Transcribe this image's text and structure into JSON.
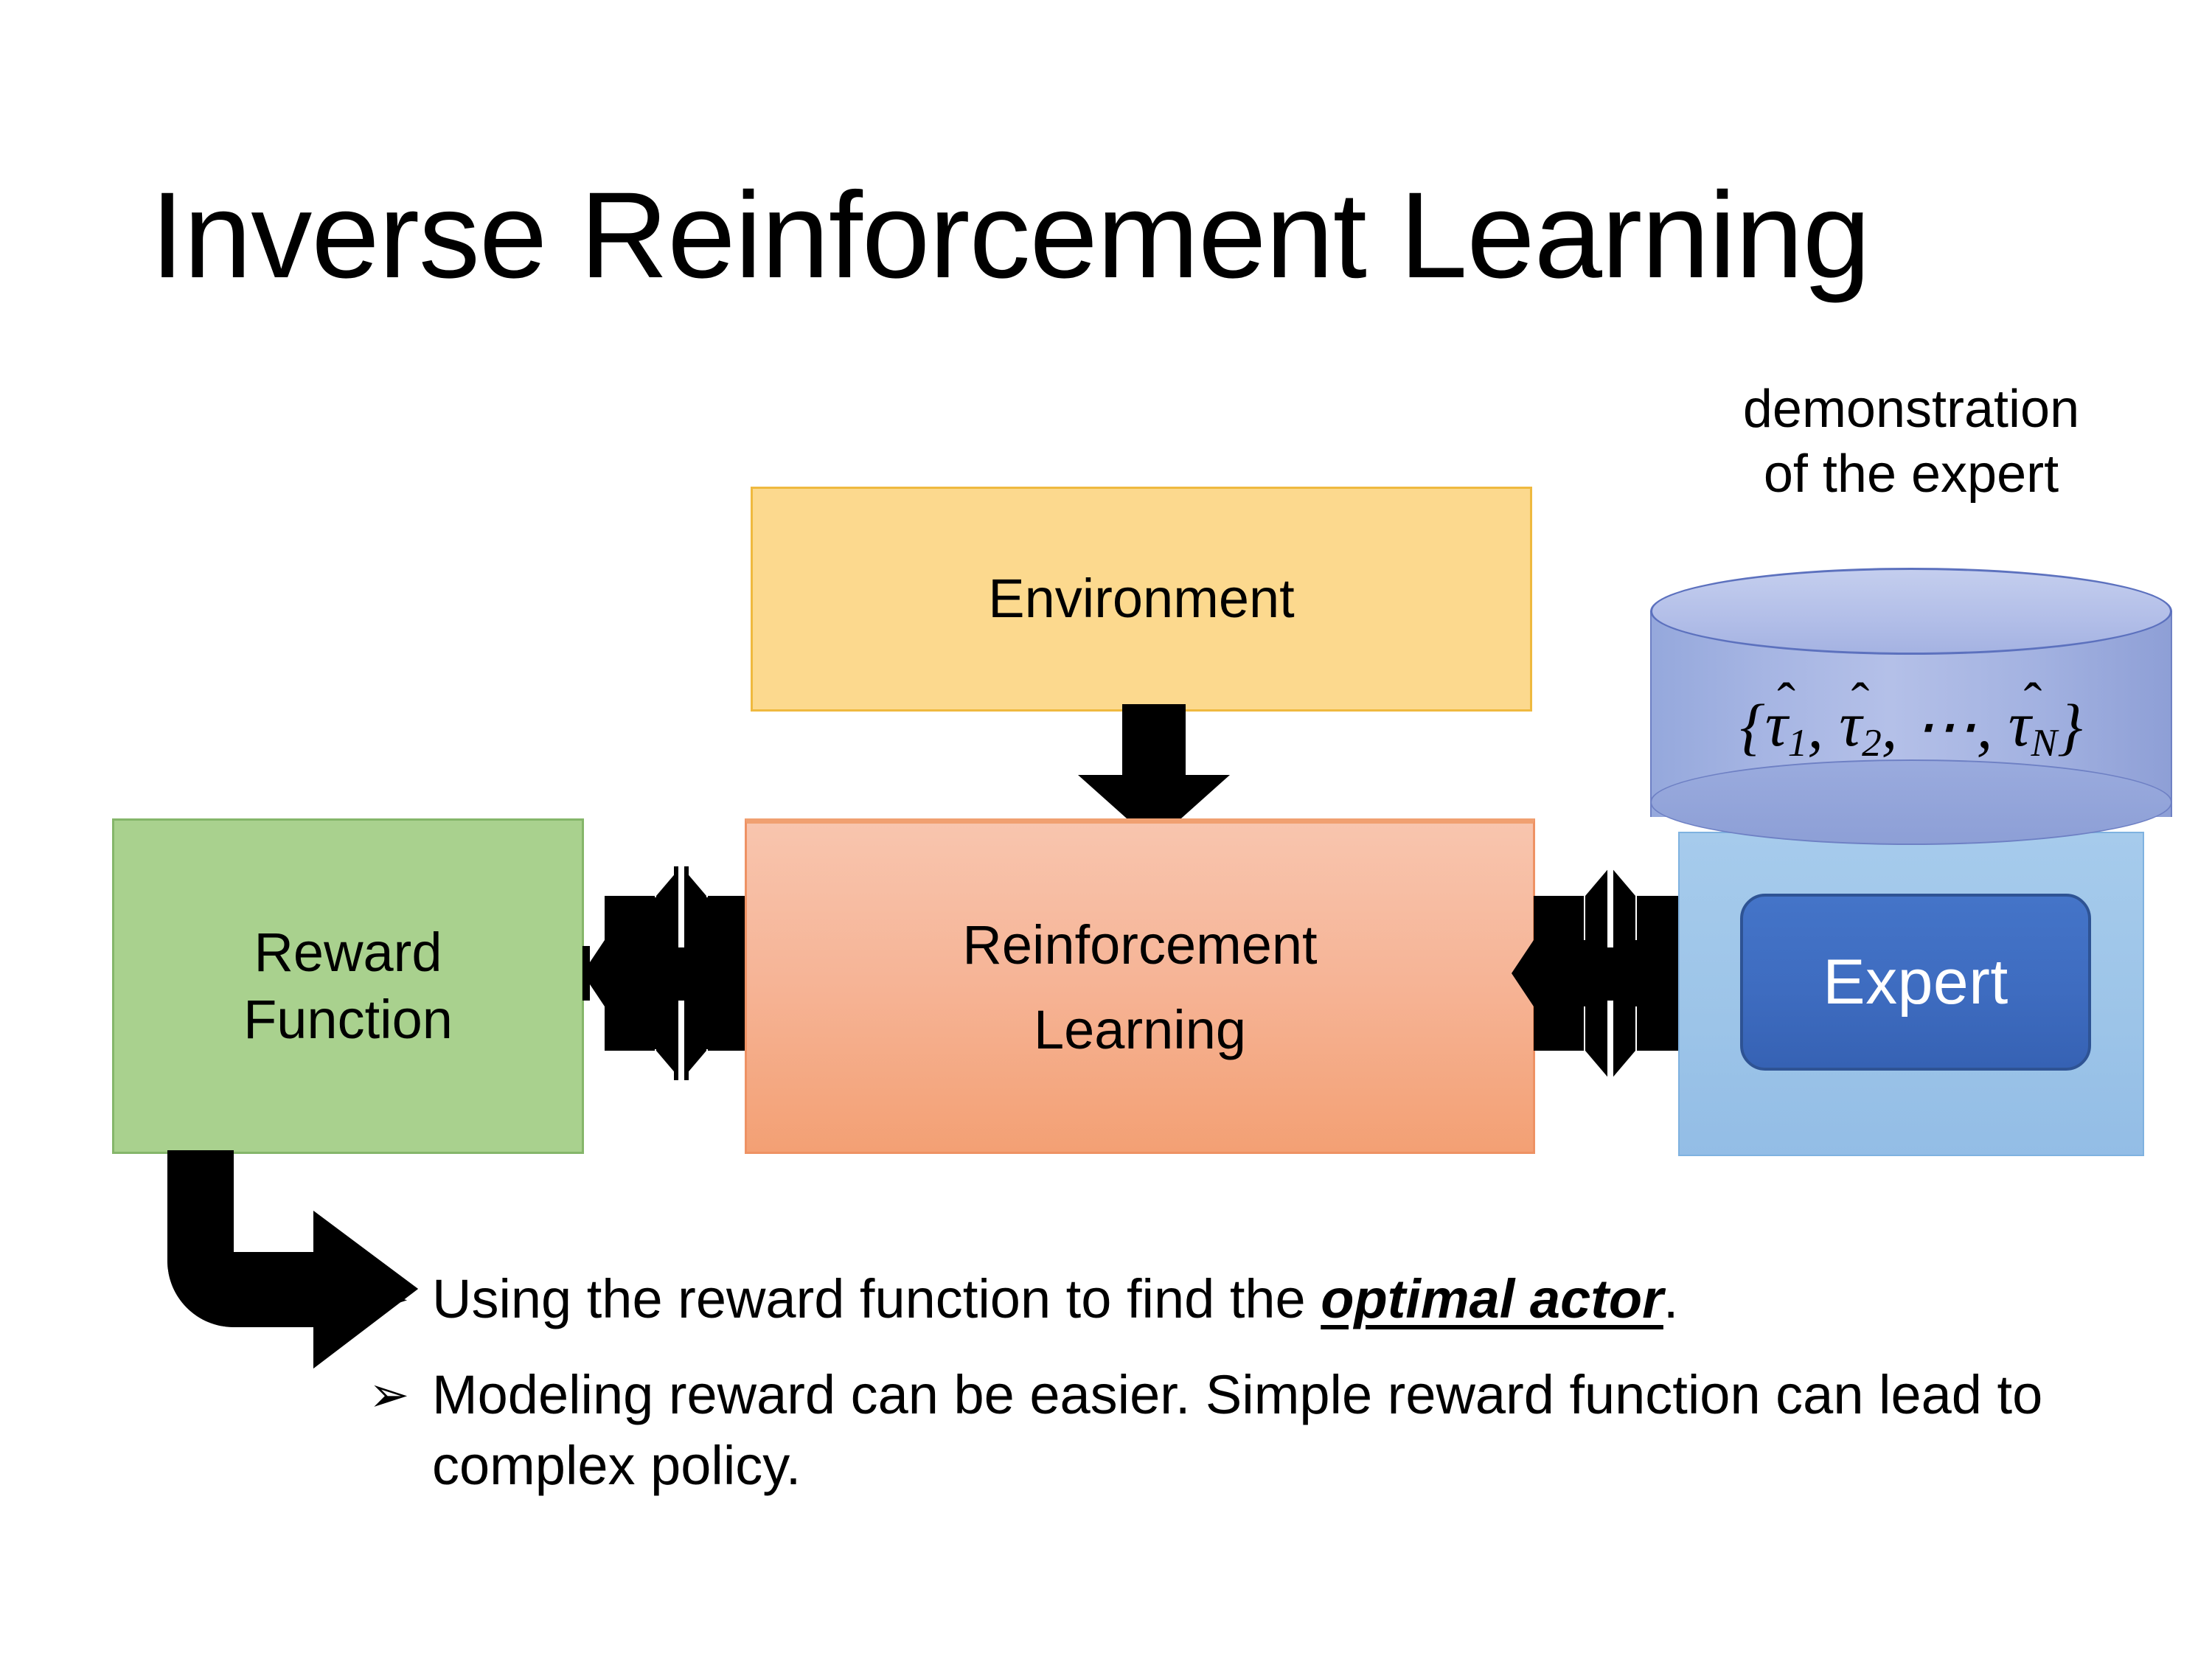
{
  "slide": {
    "title": "Inverse Reinforcement Learning"
  },
  "diagram": {
    "environment": {
      "label": "Environment",
      "fill": "#FCD98E",
      "border": "#EFB93F"
    },
    "reinforcement_learning": {
      "label_line1": "Reinforcement",
      "label_line2": "Learning",
      "fill_top": "#F8C5AE",
      "fill_bottom": "#F3A074",
      "border": "#EE9264"
    },
    "reward_function": {
      "label_line1": "Reward",
      "label_line2": "Function",
      "fill": "#A9D18E",
      "border": "#85B66A"
    },
    "expert": {
      "panel_fill": "#9CC4E8",
      "chip_label": "Expert",
      "chip_fill": "#3E6CC0",
      "chip_border": "#2E5394",
      "chip_text_color": "#FFFFFF"
    },
    "demonstration": {
      "caption_line1": "demonstration",
      "caption_line2": "of the expert",
      "cylinder_fill": "#A6B5E3",
      "cylinder_border": "#6E80C4",
      "formula_open": "{",
      "formula_tau": "τ",
      "formula_hat": "̂",
      "formula_sub1": "1",
      "formula_sub2": "2",
      "formula_ellipsis": "⋯",
      "formula_subN": "N",
      "formula_close": "}",
      "formula_plain": "{τ̂1, τ̂2, ⋯, τ̂N}"
    },
    "arrows": {
      "environment_to_rl": "down-arrow",
      "reward_to_rl": "double-headed-quad-arrow",
      "rl_to_expert": "double-headed-quad-arrow",
      "reward_to_bullets": "elbow-arrow",
      "color": "#000000"
    }
  },
  "bullets": {
    "marker": "➢",
    "items": [
      {
        "text_before": "Using the reward function to find the ",
        "emphasis": "optimal actor",
        "text_after": "."
      },
      {
        "text_before": "Modeling reward can be easier. Simple reward function can lead to complex policy.",
        "emphasis": "",
        "text_after": ""
      }
    ]
  }
}
